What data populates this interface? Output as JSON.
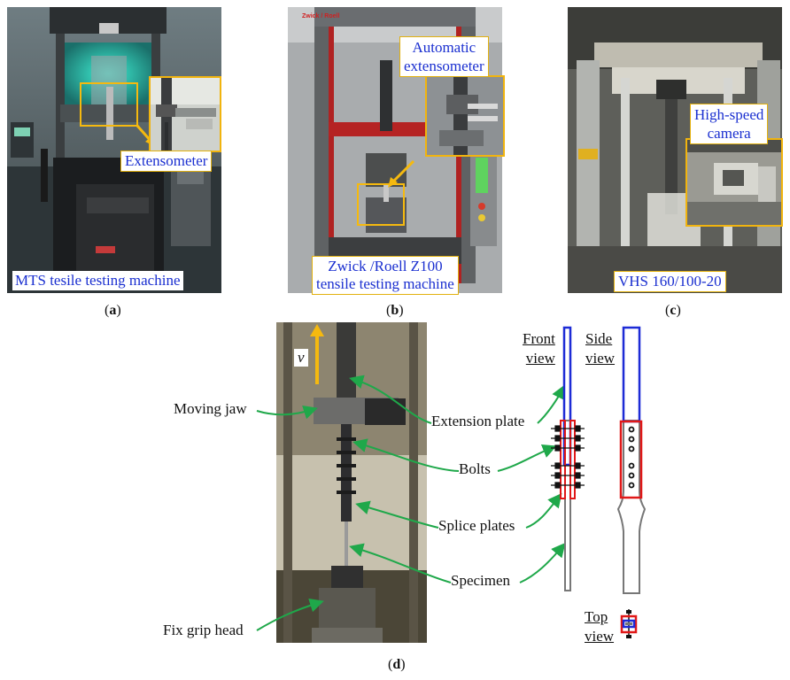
{
  "panels": {
    "a": {
      "caption_letter": "a",
      "callout": "Extensometer",
      "title_label": "MTS tesile testing machine"
    },
    "b": {
      "caption_letter": "b",
      "callout_line1": "Automatic",
      "callout_line2": "extensometer",
      "title_line1": "Zwick /Roell Z100",
      "title_line2": "tensile testing machine",
      "brand_text": "Zwick / Roell"
    },
    "c": {
      "caption_letter": "c",
      "callout_line1": "High-speed",
      "callout_line2": "camera",
      "title_label": "VHS 160/100-20"
    },
    "d": {
      "caption_letter": "d",
      "velocity_symbol": "v",
      "annotations": {
        "moving_jaw": "Moving jaw",
        "extension_plate": "Extension plate",
        "bolts": "Bolts",
        "splice_plates": "Splice plates",
        "specimen": "Specimen",
        "fix_grip_head": "Fix grip head"
      },
      "views": {
        "front_line1": "Front",
        "front_line2": "view",
        "side_line1": "Side",
        "side_line2": "view",
        "top_line1": "Top",
        "top_line2": "view"
      }
    }
  },
  "colors": {
    "label_text": "#1a2fd0",
    "callout_border": "#e2b10f",
    "arrow": "#f5b90f",
    "leader": "#1fa84a",
    "extension_plate": "#1d2bd6",
    "splice_plate": "#e01818",
    "specimen": "#777777"
  }
}
